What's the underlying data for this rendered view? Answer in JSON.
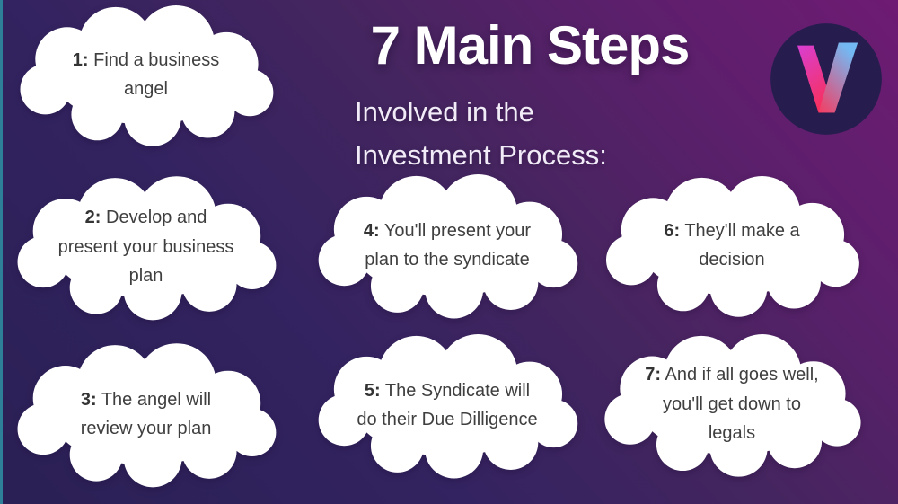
{
  "colors": {
    "bg_bottom_left": "#2a2055",
    "bg_top_right": "#6e1b73",
    "accent_strip": "#2d8097",
    "cloud_fill": "#ffffff",
    "step_text": "#3f3f3f",
    "title_text": "#ffffff"
  },
  "header": {
    "title": "7 Main Steps",
    "subtitle": "Involved in the Investment Process:"
  },
  "logo": {
    "letter": "V",
    "circle_color": "#261d4e",
    "v_left_top": "#d93fd2",
    "v_right_top": "#74b8f3",
    "v_bottom": "#f7315f"
  },
  "steps": [
    {
      "number": "1:",
      "text": "Find a business angel"
    },
    {
      "number": "2:",
      "text": "Develop and present your business plan"
    },
    {
      "number": "3:",
      "text": "The angel will review your plan"
    },
    {
      "number": "4:",
      "text": "You'll present your plan to the syndicate"
    },
    {
      "number": "5:",
      "text": "The Syndicate will do their Due Dilligence"
    },
    {
      "number": "6:",
      "text": "They'll make a decision"
    },
    {
      "number": "7:",
      "text": "And if all goes well, you'll get down to legals"
    }
  ]
}
